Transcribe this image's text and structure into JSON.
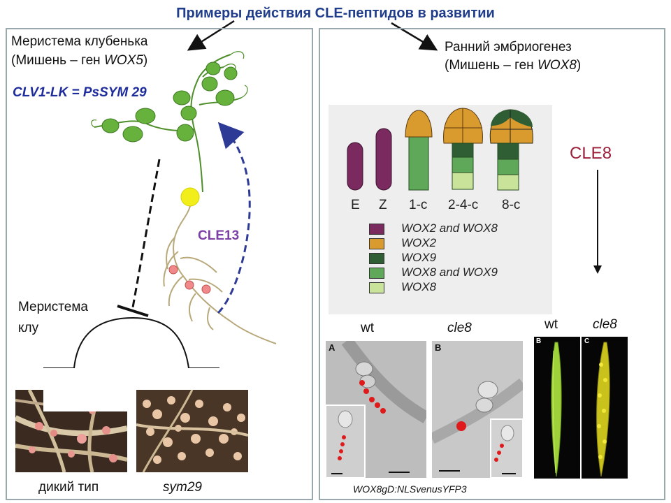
{
  "title": "Примеры действия CLE-пептидов в развитии",
  "left": {
    "heading_line1": "Меристема клубенька",
    "heading_line2_prefix": "(Мишень – ген ",
    "heading_line2_gene": "WOX5",
    "heading_line2_suffix": ")",
    "receptor": "CLV1-LK = PsSYM 29",
    "peptide": "CLE13",
    "meristema_label_1": "Меристема",
    "meristema_label_2": "клу",
    "photo_wt_label": "дикий тип",
    "photo_mut_label": "sym29",
    "colors": {
      "receptor": "#1e2c9c",
      "peptide": "#7b3fa6",
      "leaf": "#66b23c",
      "nodule": "#f08a8a",
      "root": "#b8a97a",
      "arrow": "#2d3a96"
    }
  },
  "right": {
    "heading_line1": "Ранний эмбриогенез",
    "heading_line2_prefix": "(Мишень – ген ",
    "heading_line2_gene": "WOX8",
    "heading_line2_suffix": ")",
    "peptide": "CLE8",
    "stages": [
      "E",
      "Z",
      "1-c",
      "2-4-c",
      "8-c"
    ],
    "legend": [
      {
        "label": "WOX2 and WOX8",
        "color": "#7a2a5e"
      },
      {
        "label": "WOX2",
        "color": "#d99a2e"
      },
      {
        "label": "WOX9",
        "color": "#2f5e34"
      },
      {
        "label": "WOX8 and WOX9",
        "color": "#5fa85a"
      },
      {
        "label": "WOX8",
        "color": "#c9e39a"
      }
    ],
    "micro_wt_label": "wt",
    "micro_mut_label": "cle8",
    "panel_a": "A",
    "panel_b": "B",
    "reporter": "WOX8gD:NLSvenusYFP3",
    "silique_wt_label": "wt",
    "silique_mut_label": "cle8",
    "silique_panel_b": "B",
    "silique_panel_c": "C",
    "colors": {
      "peptide": "#9c1f3a",
      "signal": "#e0191b"
    }
  }
}
